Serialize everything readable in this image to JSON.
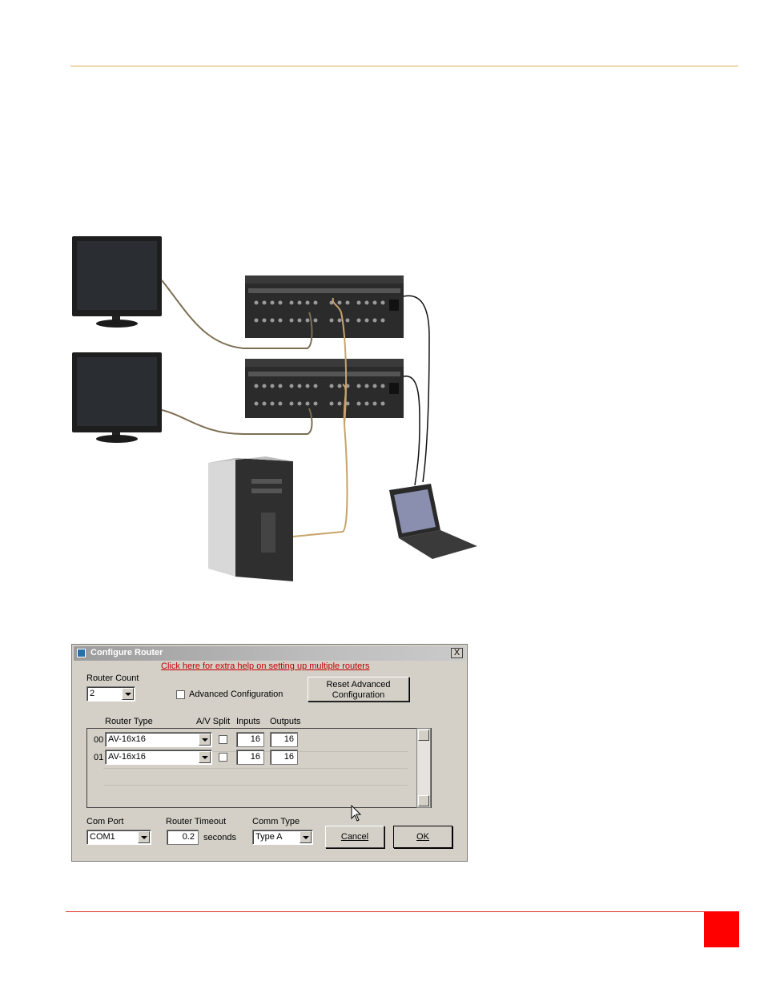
{
  "dialog": {
    "title": "Configure Router",
    "close_label": "X",
    "help_link": "Click here for extra help on setting up multiple routers",
    "router_count_label": "Router Count",
    "router_count_value": "2",
    "advanced_label": "Advanced Configuration",
    "reset_button": "Reset Advanced Configuration",
    "columns": {
      "router_type": "Router Type",
      "av_split": "A/V Split",
      "inputs": "Inputs",
      "outputs": "Outputs"
    },
    "rows": [
      {
        "index": "00",
        "type": "AV-16x16",
        "inputs": "16",
        "outputs": "16"
      },
      {
        "index": "01",
        "type": "AV-16x16",
        "inputs": "16",
        "outputs": "16"
      }
    ],
    "com_port_label": "Com Port",
    "com_port_value": "COM1",
    "timeout_label": "Router Timeout",
    "timeout_value": "0.2",
    "timeout_unit": "seconds",
    "comm_type_label": "Comm Type",
    "comm_type_value": "Type A",
    "cancel_button": "Cancel",
    "ok_button": "OK"
  },
  "colors": {
    "top_rule": "#d9a94a",
    "bottom_rule": "#e03030",
    "page_box": "#ff0000",
    "help_link": "#c00000"
  }
}
